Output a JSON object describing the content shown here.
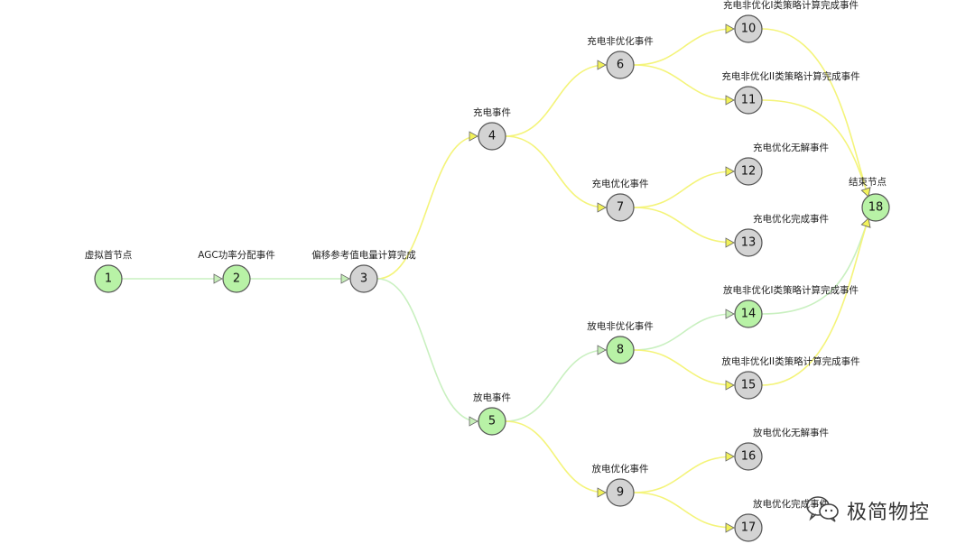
{
  "colors": {
    "edge_yellow": "#f4f47a",
    "edge_green": "#c9f0c0",
    "node_green": "#b8f2a6",
    "node_gray": "#d3d3d3",
    "arrow_yellow": "#f2f25a",
    "arrow_green": "#c6efb8"
  },
  "nodes": [
    {
      "id": "1",
      "label": "虚拟首节点",
      "fill": "green"
    },
    {
      "id": "2",
      "label": "AGC功率分配事件",
      "fill": "green"
    },
    {
      "id": "3",
      "label": "偏移参考值电量计算完成",
      "fill": "gray"
    },
    {
      "id": "4",
      "label": "充电事件",
      "fill": "gray"
    },
    {
      "id": "5",
      "label": "放电事件",
      "fill": "green"
    },
    {
      "id": "6",
      "label": "充电非优化事件",
      "fill": "gray"
    },
    {
      "id": "7",
      "label": "充电优化事件",
      "fill": "gray"
    },
    {
      "id": "8",
      "label": "放电非优化事件",
      "fill": "green"
    },
    {
      "id": "9",
      "label": "放电优化事件",
      "fill": "gray"
    },
    {
      "id": "10",
      "label": "充电非优化I类策略计算完成事件",
      "fill": "gray"
    },
    {
      "id": "11",
      "label": "充电非优化II类策略计算完成事件",
      "fill": "gray"
    },
    {
      "id": "12",
      "label": "充电优化无解事件",
      "fill": "gray"
    },
    {
      "id": "13",
      "label": "充电优化完成事件",
      "fill": "gray"
    },
    {
      "id": "14",
      "label": "放电非优化I类策略计算完成事件",
      "fill": "green"
    },
    {
      "id": "15",
      "label": "放电非优化II类策略计算完成事件",
      "fill": "gray"
    },
    {
      "id": "16",
      "label": "放电优化无解事件",
      "fill": "gray"
    },
    {
      "id": "17",
      "label": "放电优化完成事件",
      "fill": "gray"
    },
    {
      "id": "18",
      "label": "结束节点",
      "fill": "green"
    }
  ],
  "edges": [
    {
      "from": "1",
      "to": "2",
      "color": "green"
    },
    {
      "from": "2",
      "to": "3",
      "color": "green"
    },
    {
      "from": "3",
      "to": "4",
      "color": "yellow"
    },
    {
      "from": "3",
      "to": "5",
      "color": "green"
    },
    {
      "from": "4",
      "to": "6",
      "color": "yellow"
    },
    {
      "from": "4",
      "to": "7",
      "color": "yellow"
    },
    {
      "from": "5",
      "to": "8",
      "color": "green"
    },
    {
      "from": "5",
      "to": "9",
      "color": "yellow"
    },
    {
      "from": "6",
      "to": "10",
      "color": "yellow"
    },
    {
      "from": "6",
      "to": "11",
      "color": "yellow"
    },
    {
      "from": "7",
      "to": "12",
      "color": "yellow"
    },
    {
      "from": "7",
      "to": "13",
      "color": "yellow"
    },
    {
      "from": "8",
      "to": "14",
      "color": "green"
    },
    {
      "from": "8",
      "to": "15",
      "color": "yellow"
    },
    {
      "from": "9",
      "to": "16",
      "color": "yellow"
    },
    {
      "from": "9",
      "to": "17",
      "color": "yellow"
    },
    {
      "from": "10",
      "to": "18",
      "color": "yellow"
    },
    {
      "from": "11",
      "to": "18",
      "color": "yellow"
    },
    {
      "from": "14",
      "to": "18",
      "color": "green"
    },
    {
      "from": "15",
      "to": "18",
      "color": "yellow"
    }
  ],
  "watermark": {
    "text": "极简物控",
    "icon": "wechat-icon"
  }
}
